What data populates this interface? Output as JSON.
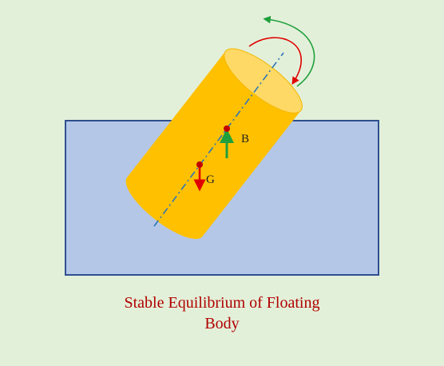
{
  "caption": {
    "line1": "Stable Equilibrium of Floating",
    "line2": "Body"
  },
  "labels": {
    "buoyancy_centre": "B",
    "gravity_centre": "G"
  },
  "colors": {
    "background": "#e3f0d9",
    "water_fill": "#b4c7e7",
    "water_border": "#2f4f8f",
    "body_fill": "#ffc000",
    "body_top": "#ffd966",
    "axis_line": "#2e75b6",
    "green_arrow": "#1fa03c",
    "red_arrow": "#e00000",
    "point": "#c00000",
    "caption_text": "#b00000"
  }
}
